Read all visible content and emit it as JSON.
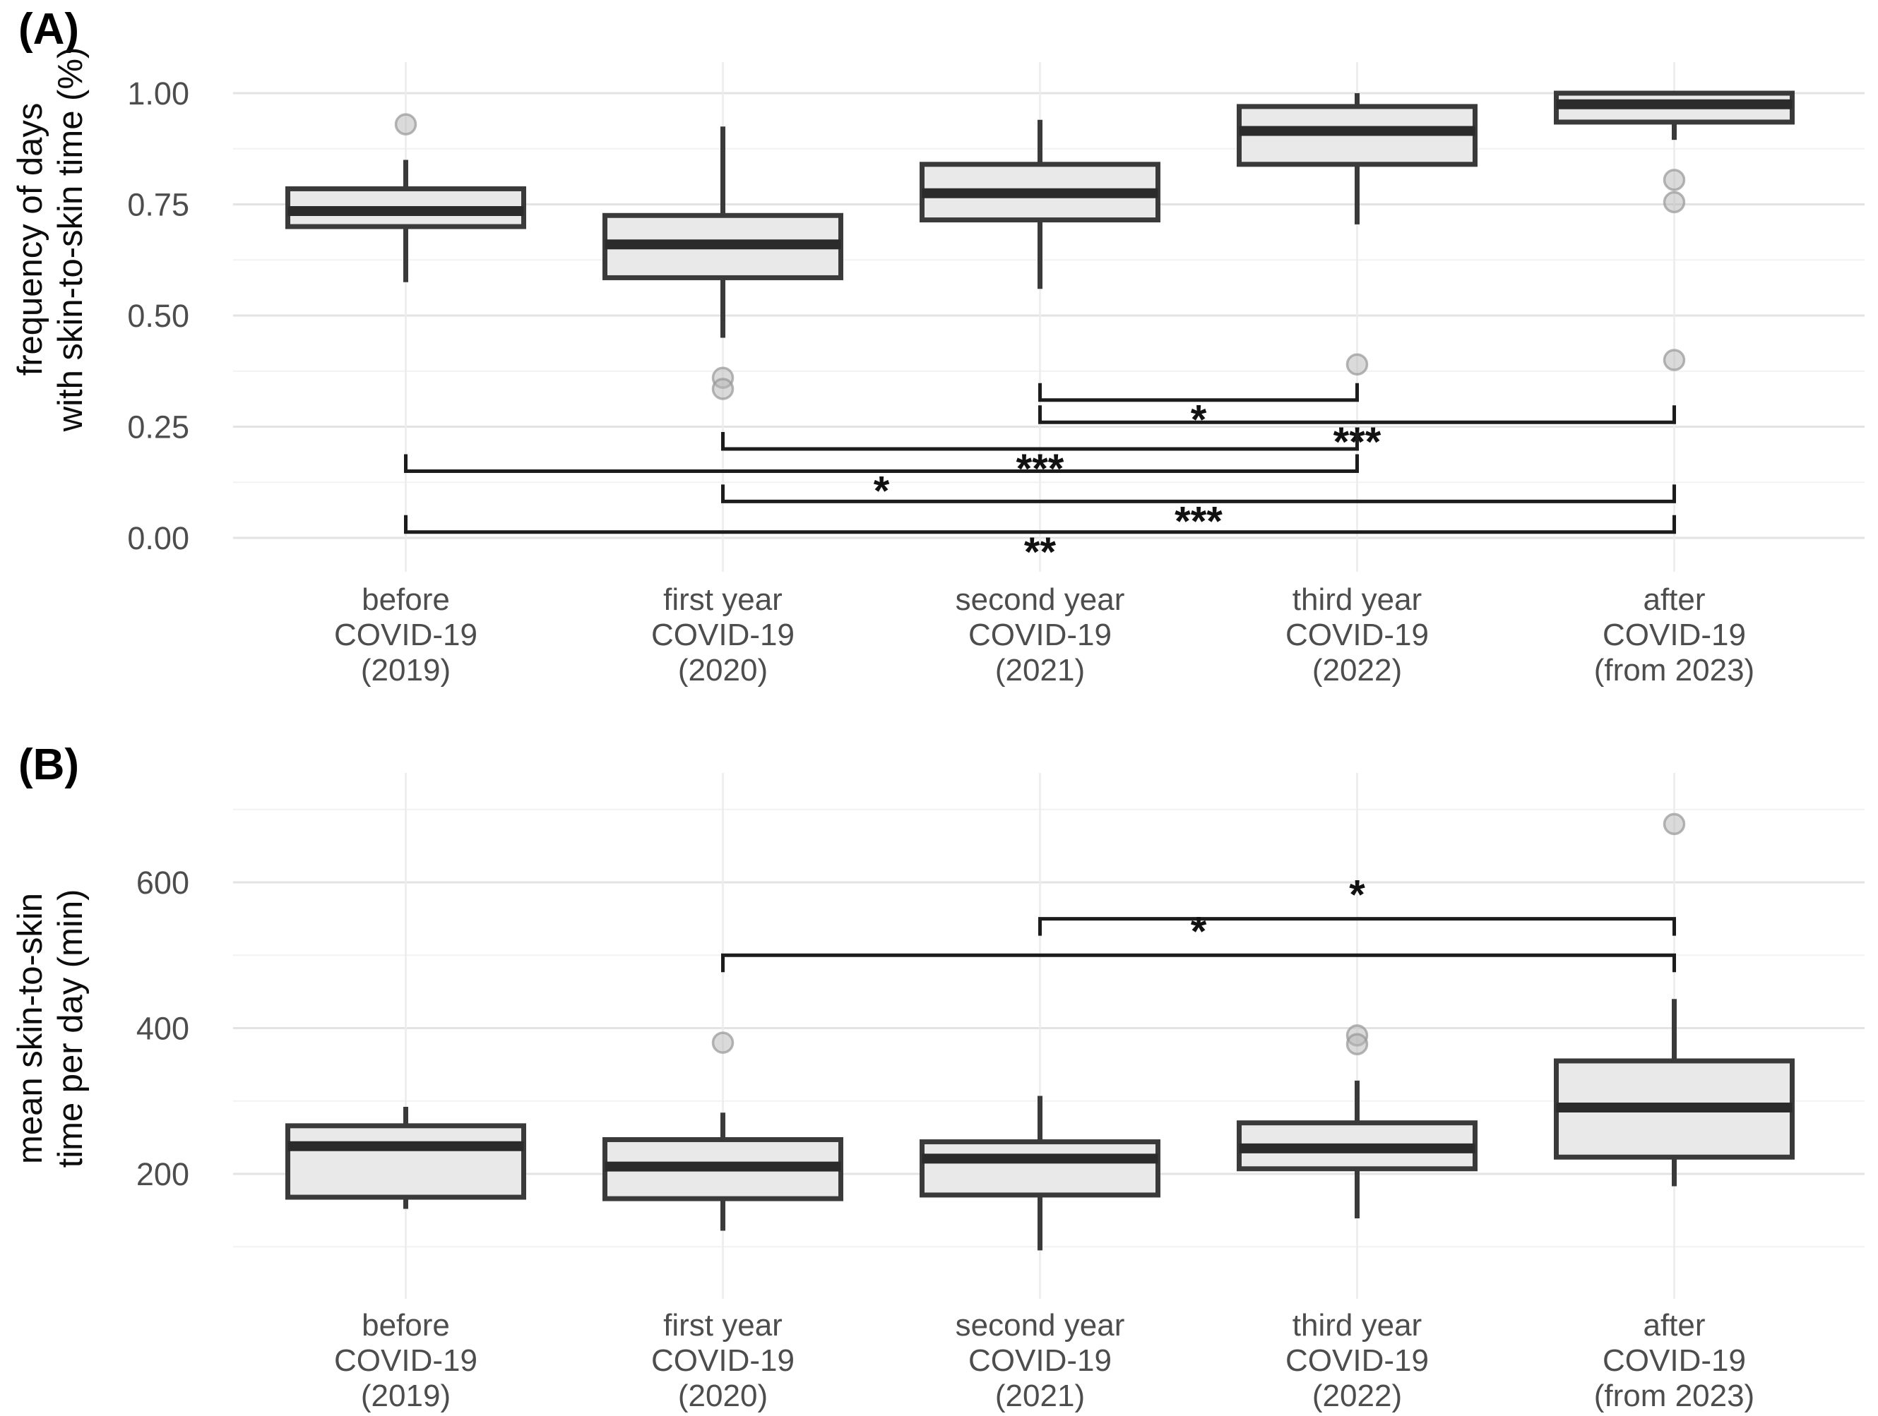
{
  "figure": {
    "panel_a_tag": "(A)",
    "panel_b_tag": "(B)",
    "panel_a_ylabel": "frequency of days\nwith skin-to-skin time (%)",
    "panel_b_ylabel": "mean skin-to-skin\ntime per day (min)"
  },
  "chart_data": [
    {
      "panel": "A",
      "type": "box",
      "ylabel": "frequency of days with skin-to-skin time (%)",
      "ylim": [
        -0.06,
        1.07
      ],
      "grid": true,
      "yticks": {
        "values": [
          0,
          0.25,
          0.5,
          0.75,
          1.0
        ],
        "labels": [
          "0.00",
          "0.25",
          "0.50",
          "0.75",
          "1.00"
        ]
      },
      "minor_gridlines": [
        0.125,
        0.375,
        0.625,
        0.875
      ],
      "categories": [
        [
          "before",
          "COVID-19",
          "(2019)"
        ],
        [
          "first year",
          "COVID-19",
          "(2020)"
        ],
        [
          "second year",
          "COVID-19",
          "(2021)"
        ],
        [
          "third year",
          "COVID-19",
          "(2022)"
        ],
        [
          "after",
          "COVID-19",
          "(from 2023)"
        ]
      ],
      "boxes": [
        {
          "category": "before COVID-19 (2019)",
          "whisker_low": 0.575,
          "q1": 0.7,
          "median": 0.735,
          "q3": 0.785,
          "whisker_high": 0.85,
          "outliers": [
            0.93
          ]
        },
        {
          "category": "first year COVID-19 (2020)",
          "whisker_low": 0.45,
          "q1": 0.585,
          "median": 0.66,
          "q3": 0.725,
          "whisker_high": 0.925,
          "outliers": [
            0.36,
            0.335
          ]
        },
        {
          "category": "second year COVID-19 (2021)",
          "whisker_low": 0.56,
          "q1": 0.715,
          "median": 0.775,
          "q3": 0.84,
          "whisker_high": 0.94,
          "outliers": []
        },
        {
          "category": "third year COVID-19 (2022)",
          "whisker_low": 0.705,
          "q1": 0.84,
          "median": 0.915,
          "q3": 0.97,
          "whisker_high": 1.0,
          "outliers": [
            0.39
          ]
        },
        {
          "category": "after COVID-19 (from 2023)",
          "whisker_low": 0.895,
          "q1": 0.935,
          "median": 0.975,
          "q3": 1.0,
          "whisker_high": null,
          "outliers": [
            0.805,
            0.755,
            0.4
          ]
        }
      ],
      "significance": [
        {
          "between": [
            2,
            3
          ],
          "label": "*",
          "bar": 0.31
        },
        {
          "between": [
            2,
            4
          ],
          "label": "***",
          "bar": 0.26
        },
        {
          "between": [
            1,
            3
          ],
          "label": "***",
          "bar": 0.2
        },
        {
          "between": [
            0,
            3
          ],
          "label": "*",
          "bar": 0.15
        },
        {
          "between": [
            1,
            4
          ],
          "label": "***",
          "bar": 0.082
        },
        {
          "between": [
            0,
            4
          ],
          "label": "**",
          "bar": 0.013
        }
      ]
    },
    {
      "panel": "B",
      "type": "box",
      "ylabel": "mean skin-to-skin time per day (min)",
      "ylim": [
        20,
        755
      ],
      "grid": true,
      "yticks": {
        "values": [
          200,
          400,
          600
        ],
        "labels": [
          "200",
          "400",
          "600"
        ]
      },
      "minor_gridlines": [
        100,
        300,
        500,
        700
      ],
      "categories": [
        [
          "before",
          "COVID-19",
          "(2019)"
        ],
        [
          "first year",
          "COVID-19",
          "(2020)"
        ],
        [
          "second year",
          "COVID-19",
          "(2021)"
        ],
        [
          "third year",
          "COVID-19",
          "(2022)"
        ],
        [
          "after",
          "COVID-19",
          "(from 2023)"
        ]
      ],
      "boxes": [
        {
          "category": "before COVID-19 (2019)",
          "whisker_low": 152,
          "q1": 168,
          "median": 238,
          "q3": 266,
          "whisker_high": 292,
          "outliers": []
        },
        {
          "category": "first year COVID-19 (2020)",
          "whisker_low": 122,
          "q1": 166,
          "median": 210,
          "q3": 247,
          "whisker_high": 284,
          "outliers": [
            380
          ]
        },
        {
          "category": "second year COVID-19 (2021)",
          "whisker_low": 95,
          "q1": 171,
          "median": 221,
          "q3": 244,
          "whisker_high": 307,
          "outliers": []
        },
        {
          "category": "third year COVID-19 (2022)",
          "whisker_low": 139,
          "q1": 207,
          "median": 235,
          "q3": 270,
          "whisker_high": 328,
          "outliers": [
            390,
            378
          ]
        },
        {
          "category": "after COVID-19 (from 2023)",
          "whisker_low": 183,
          "q1": 223,
          "median": 291,
          "q3": 355,
          "whisker_high": 440,
          "outliers": [
            680
          ]
        }
      ],
      "significance": [
        {
          "between": [
            2,
            4
          ],
          "label": "*",
          "bar": 550
        },
        {
          "between": [
            1,
            4
          ],
          "label": "*",
          "bar": 500
        }
      ]
    }
  ],
  "style": {
    "box_fill": "#e9e9e9",
    "box_stroke": "#3a3a3a",
    "median_color": "#2b2b2b",
    "whisker_color": "#3a3a3a",
    "outlier_fill": "#b5b5b5",
    "outlier_stroke": "#979797",
    "grid_major": "#e3e3e3",
    "grid_minor": "#f2f2f2",
    "grid_vertical": "#ececec",
    "tick_text": "#4d4d4d",
    "bracket_color": "#1c1c1c",
    "background": "#ffffff"
  }
}
